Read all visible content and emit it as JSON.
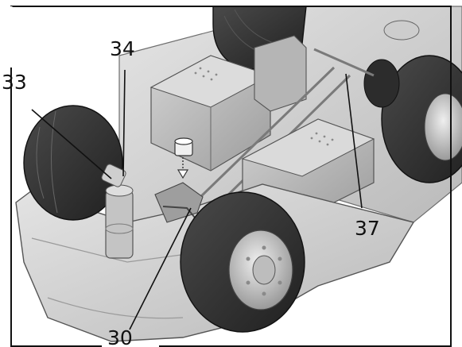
{
  "figure": {
    "kind": "assembly-diagram",
    "callouts": {
      "c30": "30",
      "c33": "33",
      "c34": "34",
      "c37": "37"
    },
    "colors": {
      "frame": "#111111",
      "body_light": "#d9d9d9",
      "body_mid": "#bdbdbd",
      "body_dark": "#8f8f8f",
      "tire": "#3a3a3a",
      "tire_dark": "#262626",
      "rim": "#cfcfcf"
    },
    "icons": [
      "down-arrow-icon"
    ]
  }
}
